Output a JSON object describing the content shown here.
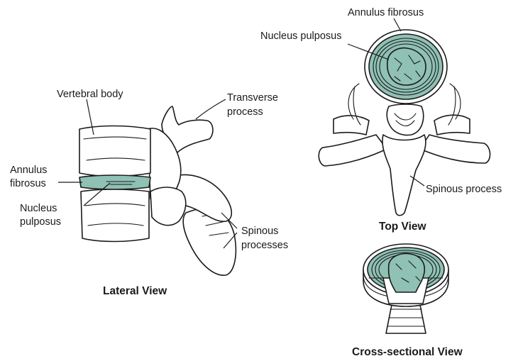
{
  "colors": {
    "ink": "#1a1a1a",
    "disc_fill": "#8fc1b4",
    "disc_dark": "#5f9a8b",
    "bone_fill": "#ffffff",
    "background": "#ffffff"
  },
  "labels": {
    "vertebral_body": "Vertebral body",
    "transverse_process_line1": "Transverse",
    "transverse_process_line2": "process",
    "annulus_fibrosus_lateral_line1": "Annulus",
    "annulus_fibrosus_lateral_line2": "fibrosus",
    "nucleus_pulposus_lateral_line1": "Nucleus",
    "nucleus_pulposus_lateral_line2": "pulposus",
    "spinous_processes_line1": "Spinous",
    "spinous_processes_line2": "processes",
    "annulus_fibrosus_top": "Annulus fibrosus",
    "nucleus_pulposus_top": "Nucleus pulposus",
    "spinous_process_top": "Spinous process"
  },
  "captions": {
    "lateral_view": "Lateral View",
    "top_view": "Top View",
    "cross_sectional_view": "Cross-sectional View"
  },
  "icons": {
    "lateral": "lateral-vertebra-illustration",
    "top": "top-vertebra-illustration",
    "cross": "disc-cross-section-illustration"
  }
}
